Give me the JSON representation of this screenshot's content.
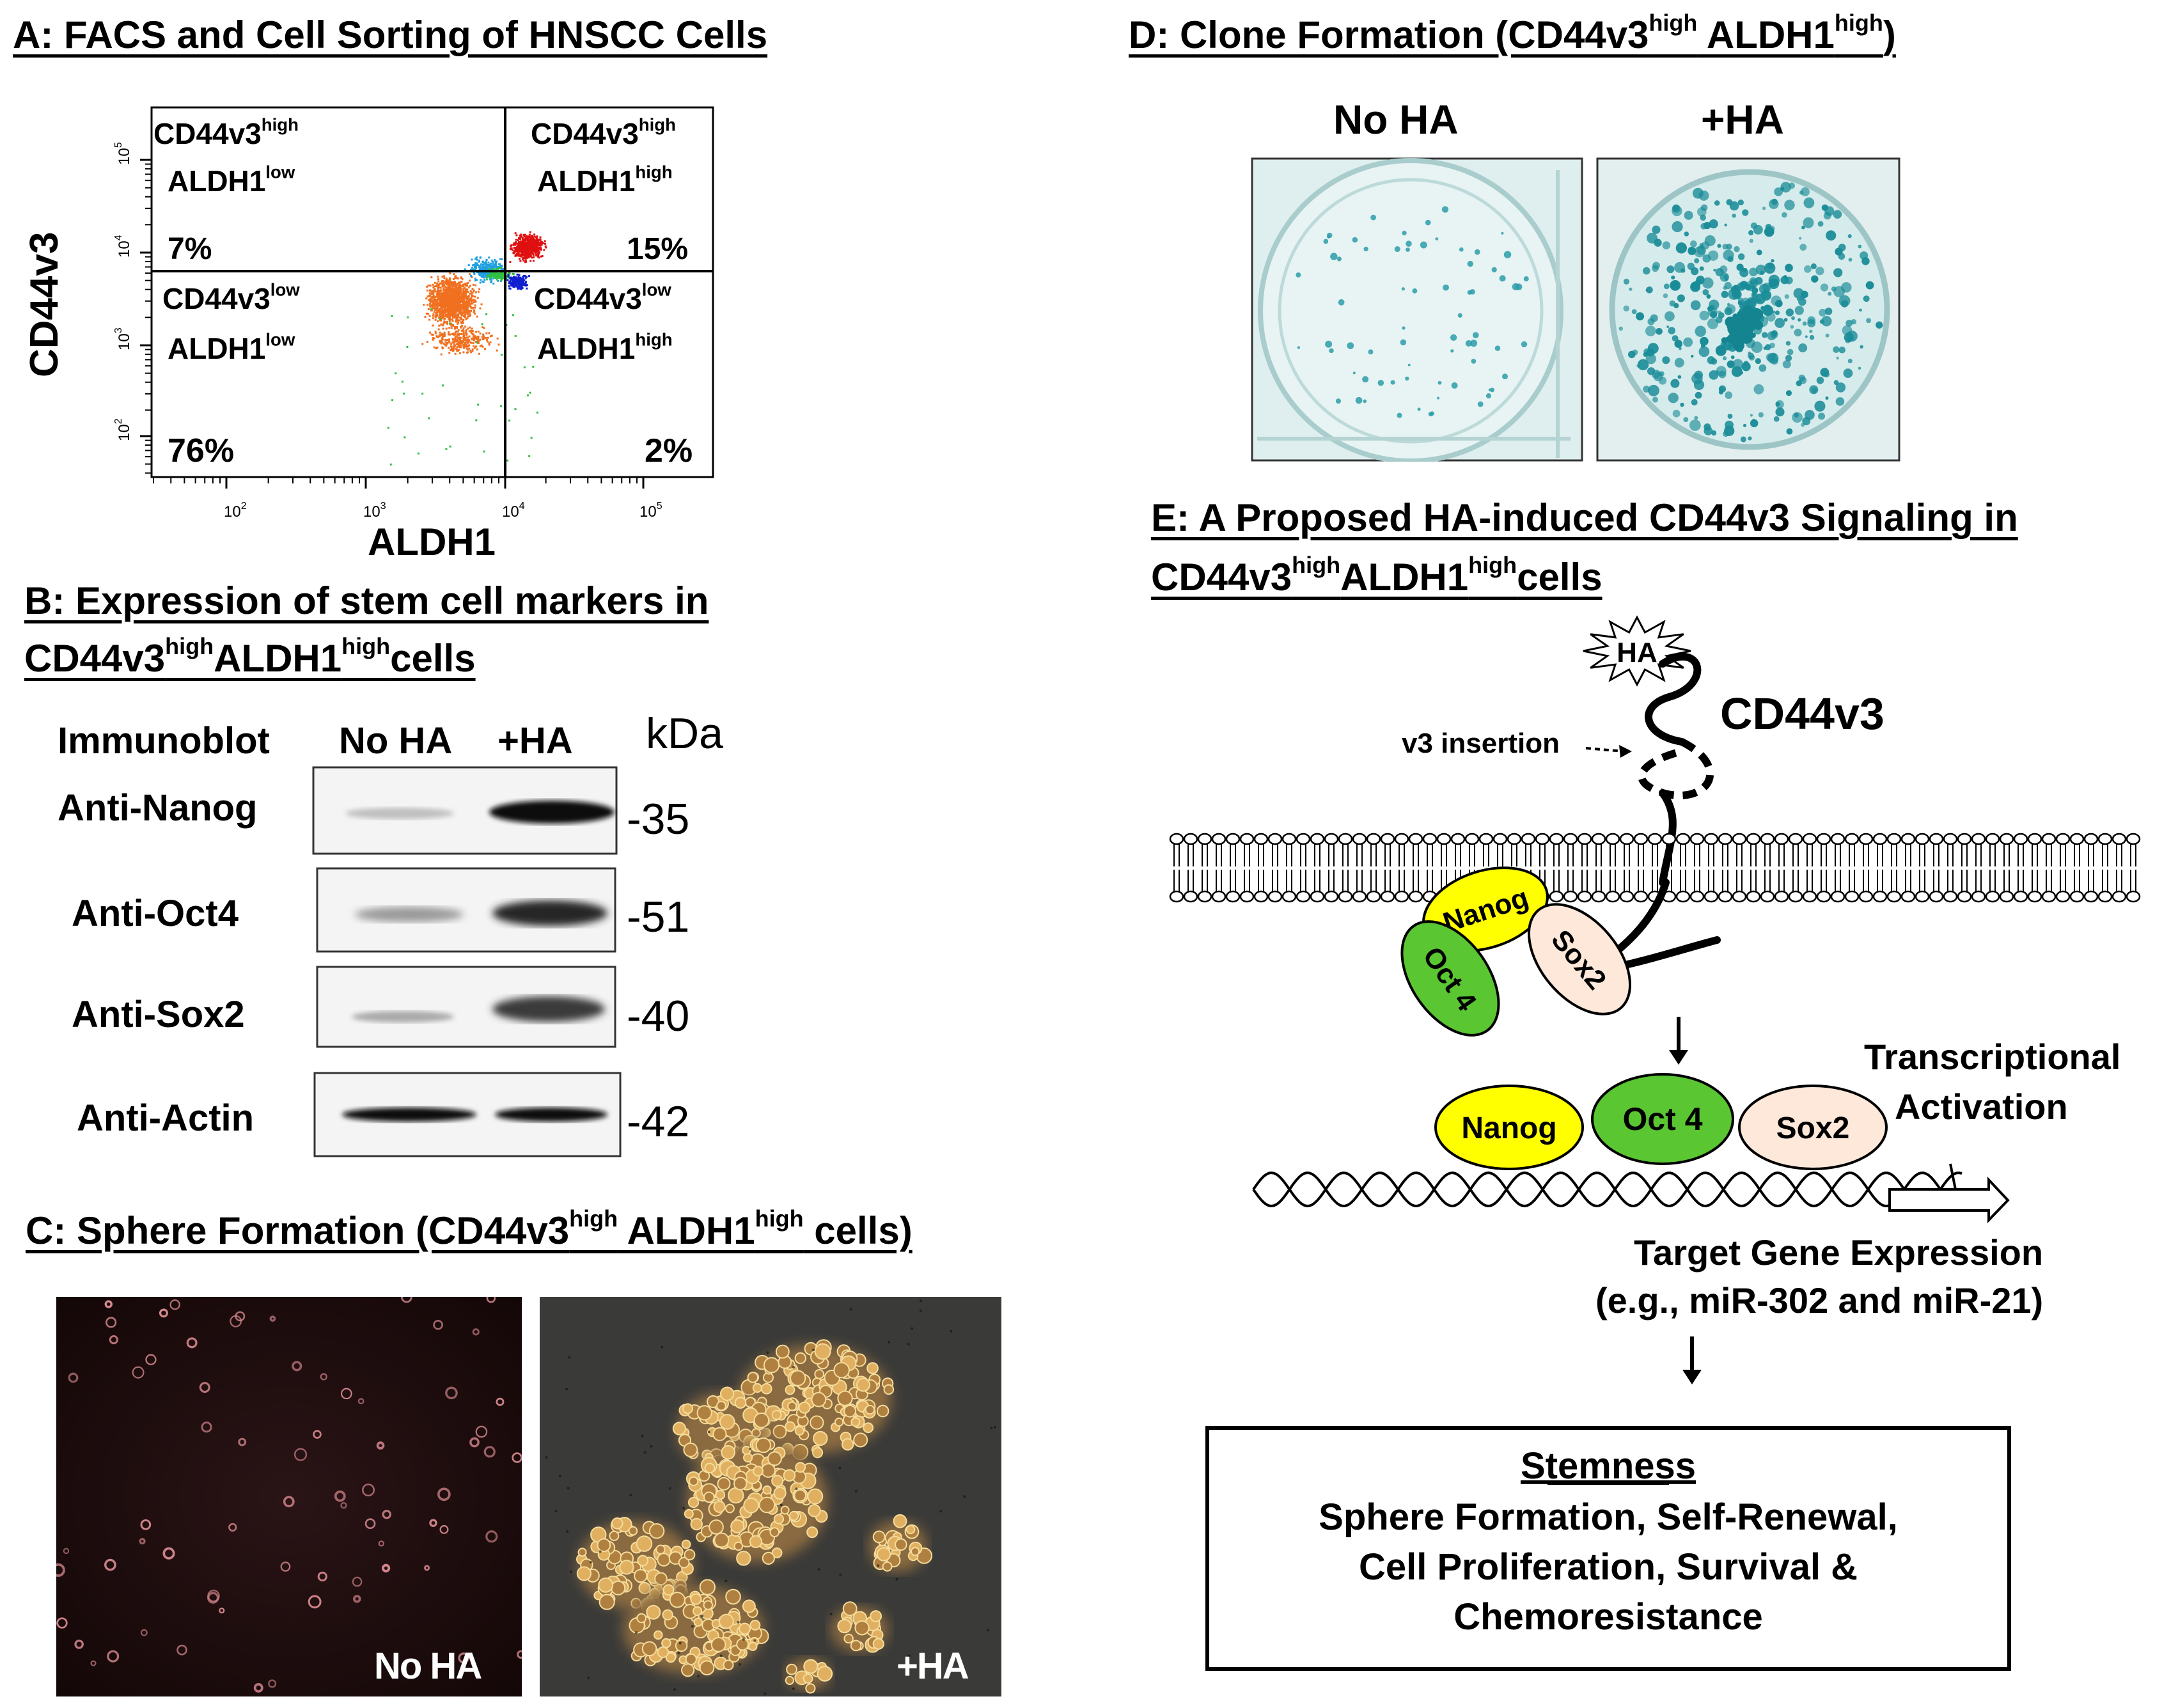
{
  "panelA": {
    "title": "A: FACS and Cell Sorting of HNSCC Cells",
    "ylabel": "CD44v3",
    "xlabel": "ALDH1",
    "ticks": [
      "10",
      "10",
      "10",
      "10"
    ],
    "xtick_exp": [
      "2",
      "3",
      "4",
      "5"
    ],
    "ytick_exp": [
      "2",
      "3",
      "4",
      "5"
    ],
    "q_ul": {
      "line1": "CD44v3",
      "sup1": "high",
      "line2": "ALDH1",
      "sup2": "low",
      "pct": "7%"
    },
    "q_ur": {
      "line1": "CD44v3",
      "sup1": "high",
      "line2": "ALDH1",
      "sup2": "high",
      "pct": "15%"
    },
    "q_ll": {
      "line1": "CD44v3",
      "sup1": "low",
      "line2": "ALDH1",
      "sup2": "low",
      "pct": "76%"
    },
    "q_lr": {
      "line1": "CD44v3",
      "sup1": "low",
      "line2": "ALDH1",
      "sup2": "high",
      "pct": "2%"
    }
  },
  "panelB": {
    "title_line1": "B: Expression of  stem cell markers in",
    "title_line2_a": "CD44v3",
    "title_line2_sup1": "high",
    "title_line2_b": "ALDH1",
    "title_line2_sup2": "high",
    "title_line2_c": "cells",
    "col_immunoblot": "Immunoblot",
    "col_noha": "No HA",
    "col_ha": "+HA",
    "col_kda": "kDa",
    "rows": [
      {
        "label": "Anti-Nanog",
        "kda": "-35"
      },
      {
        "label": "Anti-Oct4",
        "kda": "-51"
      },
      {
        "label": "Anti-Sox2",
        "kda": "-40"
      },
      {
        "label": "Anti-Actin",
        "kda": "-42"
      }
    ]
  },
  "panelC": {
    "title_a": "C: Sphere Formation (CD44v3",
    "sup1": "high",
    "title_b": " ALDH1",
    "sup2": "high",
    "title_c": " cells)",
    "img_left_label": "No HA",
    "img_right_label": "+HA"
  },
  "panelD": {
    "title_a": "D: Clone Formation (CD44v3",
    "sup1": "high",
    "title_b": " ALDH1",
    "sup2": "high",
    "title_c": ")",
    "label_left": "No HA",
    "label_right": "+HA"
  },
  "panelE": {
    "title_line1": "E: A Proposed HA-induced CD44v3 Signaling in",
    "title_line2_a": "CD44v3",
    "title_line2_sup1": "high",
    "title_line2_b": "ALDH1",
    "title_line2_sup2": "high",
    "title_line2_c": "cells",
    "ha": "HA",
    "cd44v3": "CD44v3",
    "v3_insertion": "v3 insertion",
    "nanog": "Nanog",
    "oct4": "Oct 4",
    "sox2": "Sox2",
    "transcriptional_line1": "Transcriptional",
    "transcriptional_line2": "Activation",
    "target_line1": "Target Gene  Expression",
    "target_line2": "(e.g., miR-302 and miR-21)",
    "stemness_title": "Stemness",
    "stemness_line1": "Sphere Formation, Self-Renewal,",
    "stemness_line2": "Cell Proliferation, Survival &",
    "stemness_line3": "Chemoresistance"
  }
}
